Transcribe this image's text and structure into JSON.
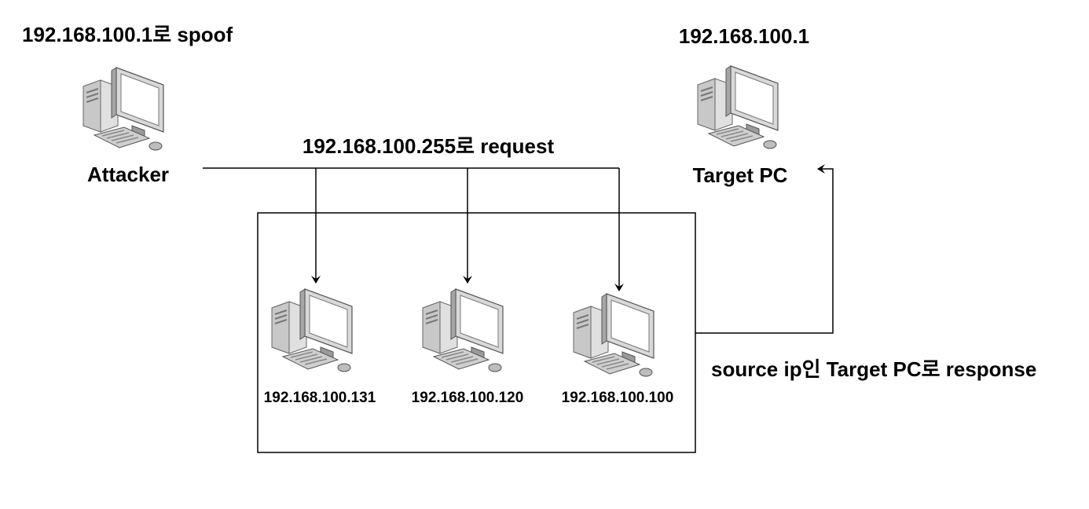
{
  "attacker": {
    "spoof_label": "192.168.100.1로 spoof",
    "name": "Attacker"
  },
  "broadcast": {
    "request_label": "192.168.100.255로 request"
  },
  "target": {
    "ip": "192.168.100.1",
    "name": "Target PC"
  },
  "hosts": [
    {
      "ip": "192.168.100.131"
    },
    {
      "ip": "192.168.100.120"
    },
    {
      "ip": "192.168.100.100"
    }
  ],
  "response": {
    "label": "source ip인 Target PC로 response"
  },
  "colors": {
    "line": "#000000",
    "pc_light": "#e6e6e6",
    "pc_mid": "#b3b3b3",
    "pc_dark": "#8c8c8c",
    "screen": "#ffffff"
  }
}
